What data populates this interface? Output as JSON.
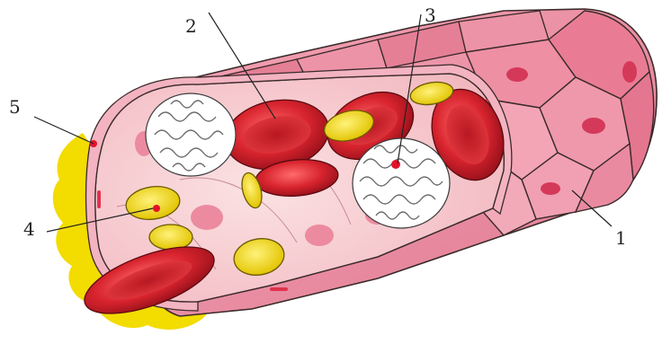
{
  "figure": {
    "labels": [
      {
        "id": "label-1",
        "text": "1"
      },
      {
        "id": "label-2",
        "text": "2"
      },
      {
        "id": "label-3",
        "text": "3"
      },
      {
        "id": "label-4",
        "text": "4"
      },
      {
        "id": "label-5",
        "text": "5"
      }
    ]
  },
  "colors": {
    "background": "#ffffff",
    "plasma_yellow": "#f3dc00",
    "vessel_pink": "#ec8fa3",
    "vessel_pink_light": "#f5b9c6",
    "vessel_interior": "#f7d3d6",
    "red_cell": "#d8242e",
    "red_cell_dark": "#a4121c",
    "platelet": "#f4dc1e",
    "white_cell": "#ffffff",
    "nucleus": "#e3122a",
    "outline": "#3a2a2a"
  }
}
